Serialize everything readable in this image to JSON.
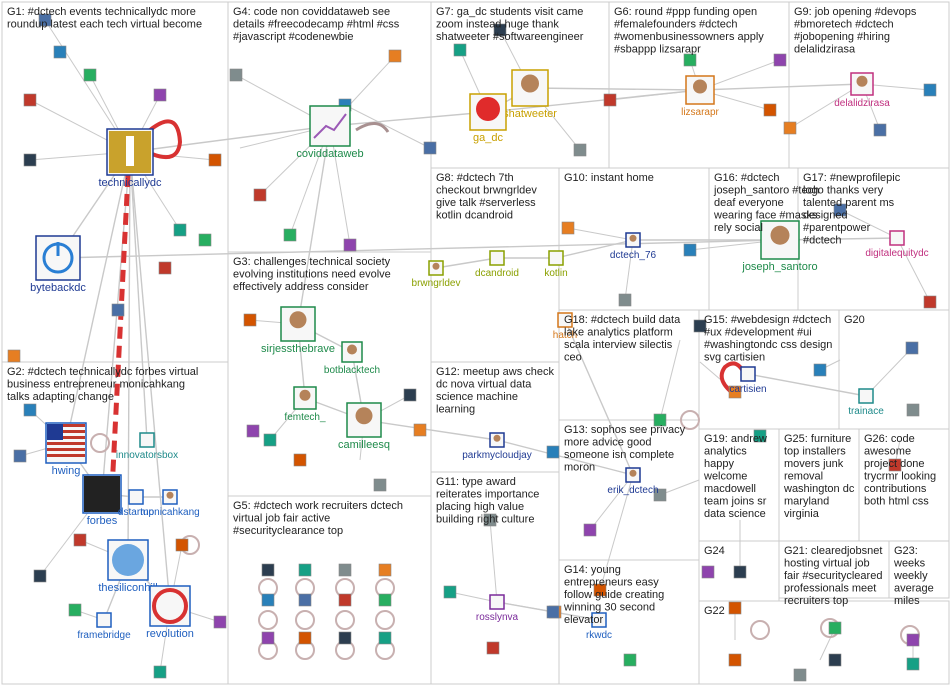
{
  "groups": [
    {
      "id": "G1",
      "lines": [
        "G1: #dctech events technicallydc more",
        "roundup latest each tech virtual become"
      ]
    },
    {
      "id": "G4",
      "lines": [
        "G4: code non coviddataweb see",
        "details #freecodecamp #html #css",
        "#javascript #codenewbie"
      ]
    },
    {
      "id": "G7",
      "lines": [
        "G7: ga_dc students visit came",
        "zoom instead huge thank",
        "shatweeter #softwareengineer"
      ]
    },
    {
      "id": "G6",
      "lines": [
        "G6: round #ppp funding open",
        "#femalefounders #dctech",
        "#womenbusinessowners apply",
        "#sbappp lizsarapr"
      ]
    },
    {
      "id": "G9",
      "lines": [
        "G9: job opening #devops",
        "#bmoretech #dctech",
        "#jobopening #hiring",
        "delalidzirasa"
      ]
    },
    {
      "id": "G8",
      "lines": [
        "G8: #dctech 7th",
        "checkout brwngrldev",
        "give talk #serverless",
        "kotlin dcandroid"
      ]
    },
    {
      "id": "G10",
      "lines": [
        "G10: instant home"
      ]
    },
    {
      "id": "G16",
      "lines": [
        "G16: #dctech",
        "joseph_santoro #tech",
        "deaf everyone",
        "wearing face #masks",
        "rely social"
      ]
    },
    {
      "id": "G17",
      "lines": [
        "G17: #newprofilepic",
        "logo thanks very",
        "talented parent ms",
        "designed",
        "#parentpower",
        "#dctech"
      ]
    },
    {
      "id": "G3",
      "lines": [
        "G3: challenges technical society",
        "evolving institutions need evolve",
        "effectively address consider"
      ]
    },
    {
      "id": "G18",
      "lines": [
        "G18: #dctech build data",
        "lake analytics platform",
        "scala interview silectis",
        "ceo"
      ]
    },
    {
      "id": "G15",
      "lines": [
        "G15: #webdesign #dctech",
        "#ux #development #ui",
        "#washingtondc css design",
        "svg cartisien"
      ]
    },
    {
      "id": "G20",
      "lines": [
        "G20"
      ]
    },
    {
      "id": "G2",
      "lines": [
        "G2: #dctech technicallydc forbes virtual",
        "business entrepreneur monicahkang",
        "talks adapting change"
      ]
    },
    {
      "id": "G12",
      "lines": [
        "G12: meetup aws check",
        "dc nova virtual data",
        "science machine",
        "learning"
      ]
    },
    {
      "id": "G13",
      "lines": [
        "G13: sophos see privacy",
        "more advice good",
        "someone isn complete",
        "moron"
      ]
    },
    {
      "id": "G19",
      "lines": [
        "G19: andrew",
        "analytics",
        "happy",
        "welcome",
        "macdowell",
        "team joins sr",
        "data science"
      ]
    },
    {
      "id": "G25",
      "lines": [
        "G25: furniture",
        "top installers",
        "movers junk",
        "removal",
        "washington dc",
        "maryland",
        "virginia"
      ]
    },
    {
      "id": "G26",
      "lines": [
        "G26: code",
        "awesome",
        "project done",
        "trycrmr looking",
        "contributions",
        "both html css"
      ]
    },
    {
      "id": "G5",
      "lines": [
        "G5: #dctech work recruiters dctech",
        "virtual job fair active",
        "#securityclearance top"
      ]
    },
    {
      "id": "G11",
      "lines": [
        "G11: type award",
        "reiterates importance",
        "placing high value",
        "building right culture"
      ]
    },
    {
      "id": "G21",
      "lines": [
        "G21: clearedjobsnet",
        "hosting virtual job",
        "fair #securitycleared",
        "professionals meet",
        "recruiters top"
      ]
    },
    {
      "id": "G23",
      "lines": [
        "G23:",
        "weeks",
        "weekly",
        "average",
        "miles"
      ]
    },
    {
      "id": "G14",
      "lines": [
        "G14: young",
        "entrepreneurs easy",
        "follow guide creating",
        "winning 30 second",
        "elevator"
      ]
    },
    {
      "id": "G24",
      "lines": [
        "G24"
      ]
    },
    {
      "id": "G22",
      "lines": [
        "G22"
      ]
    }
  ],
  "nodes": [
    {
      "id": "technicallydc",
      "label": "technicallydc",
      "color": "#1f3a93",
      "icon": "building-logo-icon"
    },
    {
      "id": "bytebackdc",
      "label": "bytebackdc",
      "color": "#1f3a93",
      "icon": "power-logo-icon"
    },
    {
      "id": "coviddataweb",
      "label": "coviddataweb",
      "color": "#1e8a4a",
      "icon": "chart-logo-icon"
    },
    {
      "id": "shatweeter",
      "label": "shatweeter",
      "color": "#c8a000",
      "icon": "avatar-icon"
    },
    {
      "id": "ga_dc",
      "label": "ga_dc",
      "color": "#c8a000",
      "icon": "ga-logo-icon"
    },
    {
      "id": "lizsarapr",
      "label": "lizsarapr",
      "color": "#d4771a",
      "icon": "avatar-icon"
    },
    {
      "id": "delalidzirasa",
      "label": "delalidzirasa",
      "color": "#c0307f",
      "icon": "avatar-icon"
    },
    {
      "id": "brwngrldev",
      "label": "brwngrldev",
      "color": "#8aa000",
      "icon": "avatar-icon"
    },
    {
      "id": "dcandroid",
      "label": "dcandroid",
      "color": "#8aa000",
      "icon": "android-logo-icon"
    },
    {
      "id": "kotlin",
      "label": "kotlin",
      "color": "#8aa000",
      "icon": "kotlin-logo-icon"
    },
    {
      "id": "dctech_76",
      "label": "dctech_76",
      "color": "#1f3a93",
      "icon": "avatar-icon"
    },
    {
      "id": "joseph_santoro",
      "label": "joseph_santoro",
      "color": "#1e8a4a",
      "icon": "avatar-icon"
    },
    {
      "id": "digitalequitydc",
      "label": "digitalequitydc",
      "color": "#c0307f",
      "icon": "logo-icon"
    },
    {
      "id": "sirjessthebrave",
      "label": "sirjessthebrave",
      "color": "#1e8a4a",
      "icon": "avatar-icon"
    },
    {
      "id": "botblacktech",
      "label": "botblacktech",
      "color": "#1e8a4a",
      "icon": "avatar-icon"
    },
    {
      "id": "femtech_",
      "label": "femtech_",
      "color": "#1e8a4a",
      "icon": "avatar-icon"
    },
    {
      "id": "camilleesq",
      "label": "camilleesq",
      "color": "#1e8a4a",
      "icon": "avatar-icon"
    },
    {
      "id": "hatch",
      "label": "hatch",
      "color": "#d4771a",
      "icon": "logo-icon"
    },
    {
      "id": "cartisien",
      "label": "cartisien",
      "color": "#1f3a93",
      "icon": "logo-icon"
    },
    {
      "id": "trainace",
      "label": "trainace",
      "color": "#1e8a8a",
      "icon": "logo-icon"
    },
    {
      "id": "hwing",
      "label": "hwing",
      "color": "#1f5fbf",
      "icon": "flag-icon"
    },
    {
      "id": "innovatorsbox",
      "label": "innovatorsbox",
      "color": "#1e8a8a",
      "icon": "logo-icon"
    },
    {
      "id": "forbes",
      "label": "forbes",
      "color": "#1f5fbf",
      "icon": "forbes-logo-icon"
    },
    {
      "id": "dstartup",
      "label": "dstartup",
      "color": "#1f5fbf",
      "icon": "logo-icon"
    },
    {
      "id": "monicahkang",
      "label": "monicahkang",
      "color": "#1f5fbf",
      "icon": "avatar-icon"
    },
    {
      "id": "thesiliconhill",
      "label": "thesiliconhill",
      "color": "#1f5fbf",
      "icon": "capitol-logo-icon"
    },
    {
      "id": "framebridge",
      "label": "framebridge",
      "color": "#1f5fbf",
      "icon": "logo-icon"
    },
    {
      "id": "revolution",
      "label": "revolution",
      "color": "#1f5fbf",
      "icon": "revolution-logo-icon"
    },
    {
      "id": "parkmycloudjay",
      "label": "parkmycloudjay",
      "color": "#1f3a93",
      "icon": "avatar-icon"
    },
    {
      "id": "erik_dctech",
      "label": "erik_dctech",
      "color": "#1f3a93",
      "icon": "avatar-icon"
    },
    {
      "id": "rosslynva",
      "label": "rosslynva",
      "color": "#7a2a9a",
      "icon": "logo-icon"
    },
    {
      "id": "rkwdc",
      "label": "rkwdc",
      "color": "#1f5fbf",
      "icon": "logo-icon"
    }
  ],
  "colors": {
    "edge": "#c9c9c9",
    "edge_dark": "#a89090",
    "box": "#cccccc",
    "strong_edge": "#d83232"
  }
}
